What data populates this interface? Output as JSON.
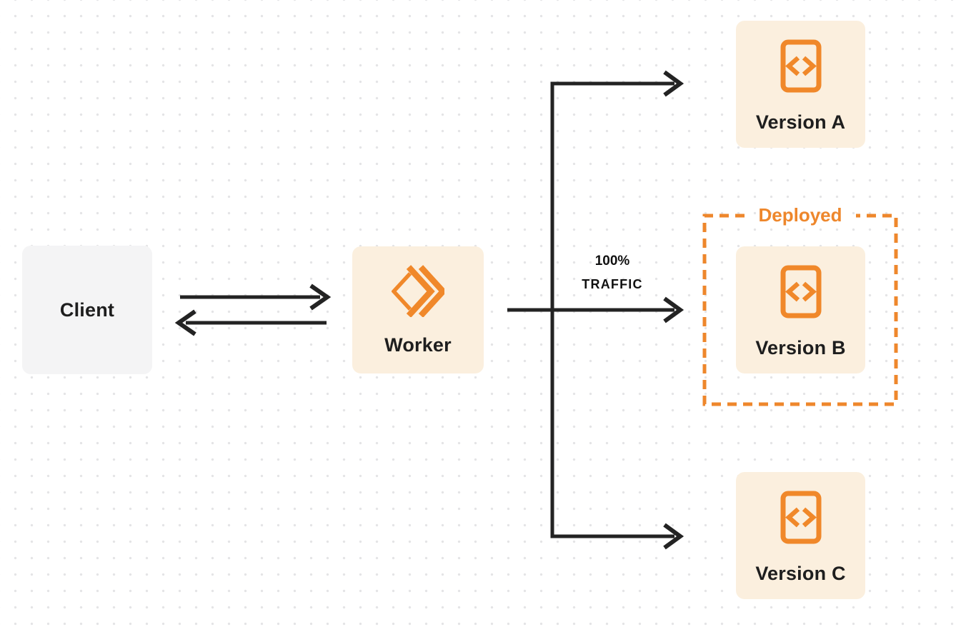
{
  "diagram": {
    "title": "worker-version-routing-diagram",
    "nodes": {
      "client": {
        "label": "Client"
      },
      "worker": {
        "label": "Worker"
      },
      "version_a": {
        "label": "Version A"
      },
      "version_b": {
        "label": "Version B"
      },
      "version_c": {
        "label": "Version C"
      }
    },
    "annotations": {
      "traffic_percent": "100%",
      "traffic_word": "TRAFFIC",
      "deployed": "Deployed"
    },
    "icons": {
      "worker": "double-chevron-icon",
      "version": "code-file-icon"
    },
    "colors": {
      "orange": "#ee872c",
      "icon_orange": "#f0882a",
      "cream_box": "#fbefde",
      "gray_box": "#f4f4f5",
      "arrow": "#232323",
      "label_text": "#1e1e1e",
      "dot_grid": "#e4e4e6",
      "background": "#ffffff"
    }
  }
}
